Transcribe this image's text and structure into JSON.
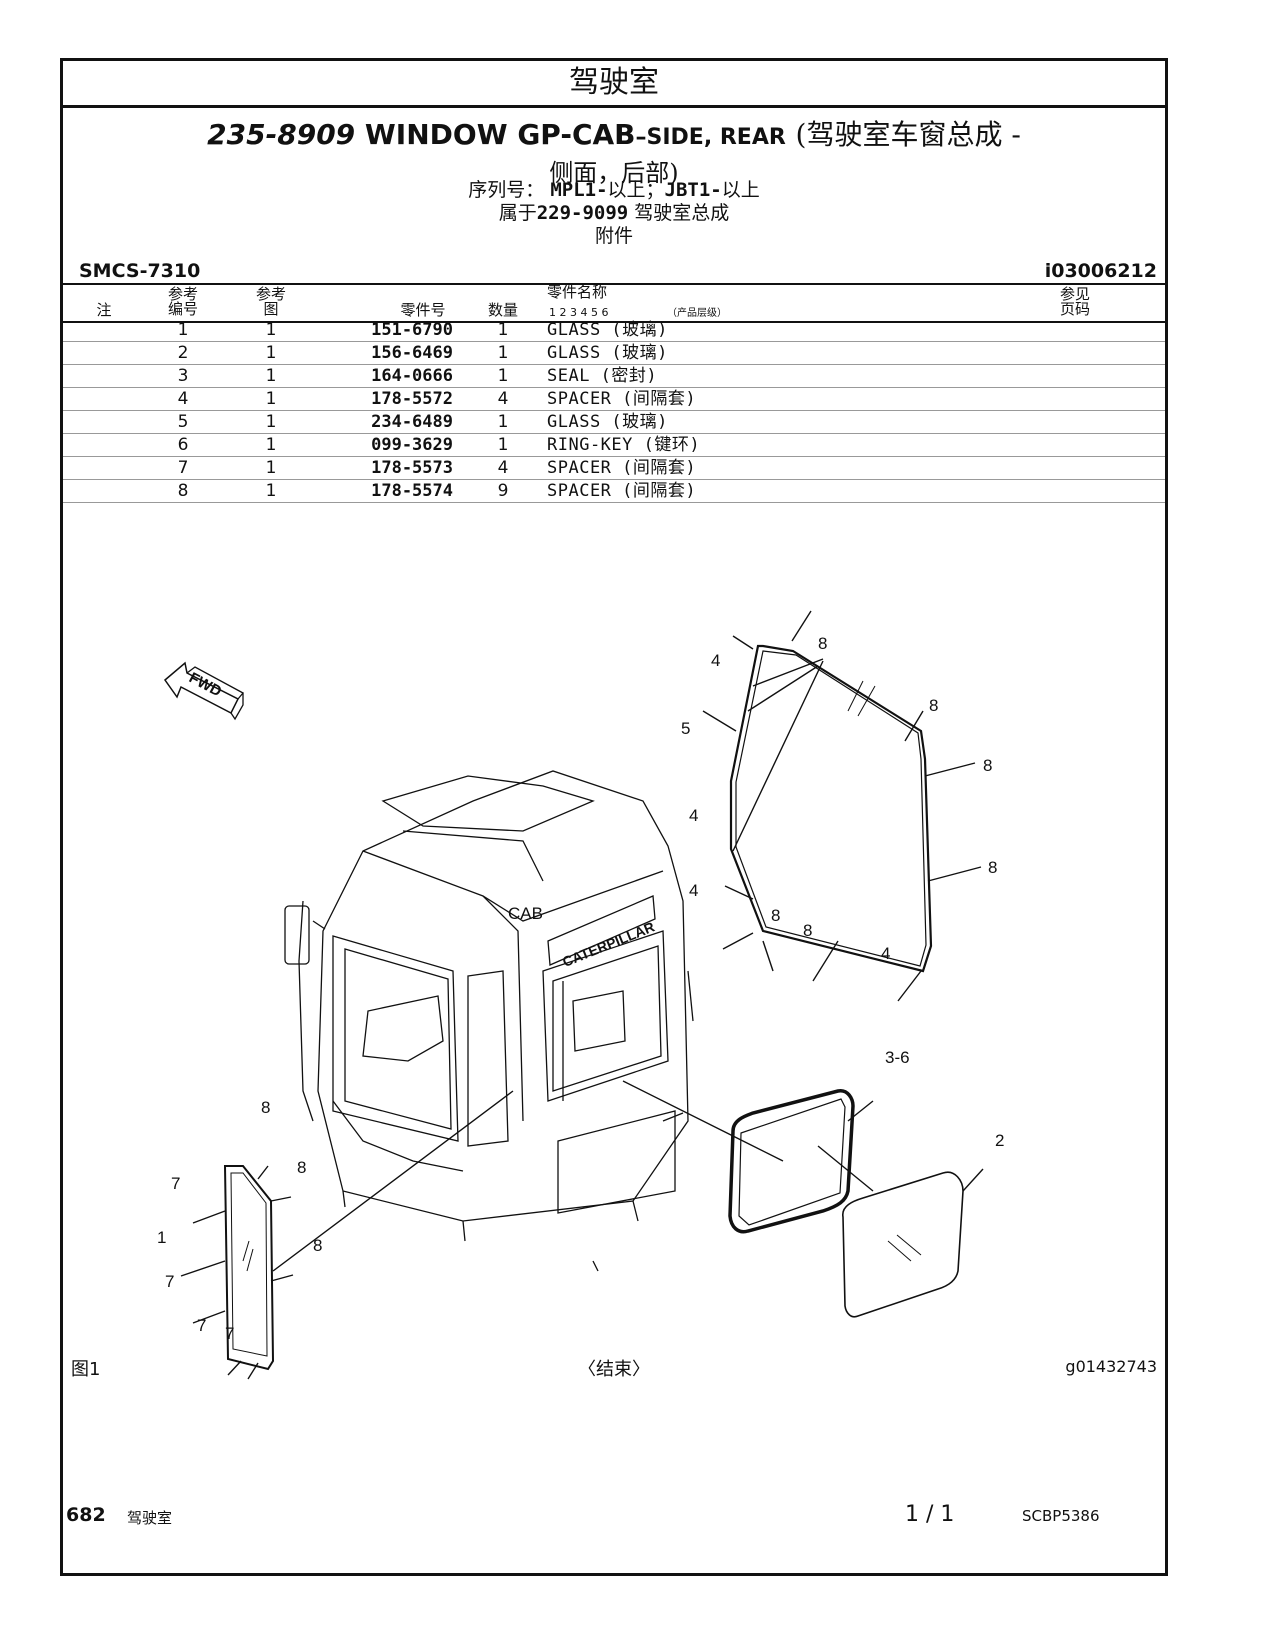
{
  "header": {
    "section_title": "驾驶室"
  },
  "title": {
    "part_number": "235-8909",
    "name_main": "WINDOW GP-CAB",
    "name_dash": "–SIDE, REAR",
    "name_cn_open": "(驾驶室车窗总成 -",
    "name_cn_cont": "侧面，后部)"
  },
  "serial": {
    "label": "序列号：",
    "p1": "MPL1-",
    "t1": "以上；",
    "p2": "JBT1-",
    "t2": "以上"
  },
  "parent": {
    "prefix": "属于",
    "pn": "229-9099",
    "name": " 驾驶室总成"
  },
  "attachment": "附件",
  "smcs": "SMCS-7310",
  "illustration_id": "i03006212",
  "table": {
    "headers": {
      "note": "注",
      "ref_no_1": "参考",
      "ref_no_2": "编号",
      "ref_fig_1": "参考",
      "ref_fig_2": "图",
      "part_no": "零件号",
      "qty": "数量",
      "name": "零件名称",
      "levels": "1  2  3  4  5  6",
      "level_note": "（产品层级）",
      "see_page_1": "参见",
      "see_page_2": "页码"
    },
    "rows": [
      {
        "ref": "1",
        "fig": "1",
        "pn": "151-6790",
        "qty": "1",
        "name": "GLASS (玻璃)"
      },
      {
        "ref": "2",
        "fig": "1",
        "pn": "156-6469",
        "qty": "1",
        "name": "GLASS (玻璃)"
      },
      {
        "ref": "3",
        "fig": "1",
        "pn": "164-0666",
        "qty": "1",
        "name": "SEAL (密封)"
      },
      {
        "ref": "4",
        "fig": "1",
        "pn": "178-5572",
        "qty": "4",
        "name": "SPACER (间隔套)"
      },
      {
        "ref": "5",
        "fig": "1",
        "pn": "234-6489",
        "qty": "1",
        "name": "GLASS (玻璃)"
      },
      {
        "ref": "6",
        "fig": "1",
        "pn": "099-3629",
        "qty": "1",
        "name": "RING-KEY (键环)"
      },
      {
        "ref": "7",
        "fig": "1",
        "pn": "178-5573",
        "qty": "4",
        "name": "SPACER (间隔套)"
      },
      {
        "ref": "8",
        "fig": "1",
        "pn": "178-5574",
        "qty": "9",
        "name": "SPACER (间隔套)"
      }
    ]
  },
  "drawing": {
    "fwd": "FWD",
    "cab": "CAB",
    "brand": "CATERPILLAR",
    "callouts": [
      "4",
      "8",
      "8",
      "5",
      "8",
      "4",
      "8",
      "4",
      "8",
      "8",
      "4",
      "3-6",
      "2",
      "8",
      "7",
      "8",
      "1",
      "8",
      "7",
      "7",
      "7"
    ]
  },
  "figure_label": "图1",
  "end_label": "〈结束〉",
  "graphic_id": "g01432743",
  "footer": {
    "page": "682",
    "section": "驾驶室",
    "page_of": "1 / 1",
    "doc_id": "SCBP5386"
  }
}
